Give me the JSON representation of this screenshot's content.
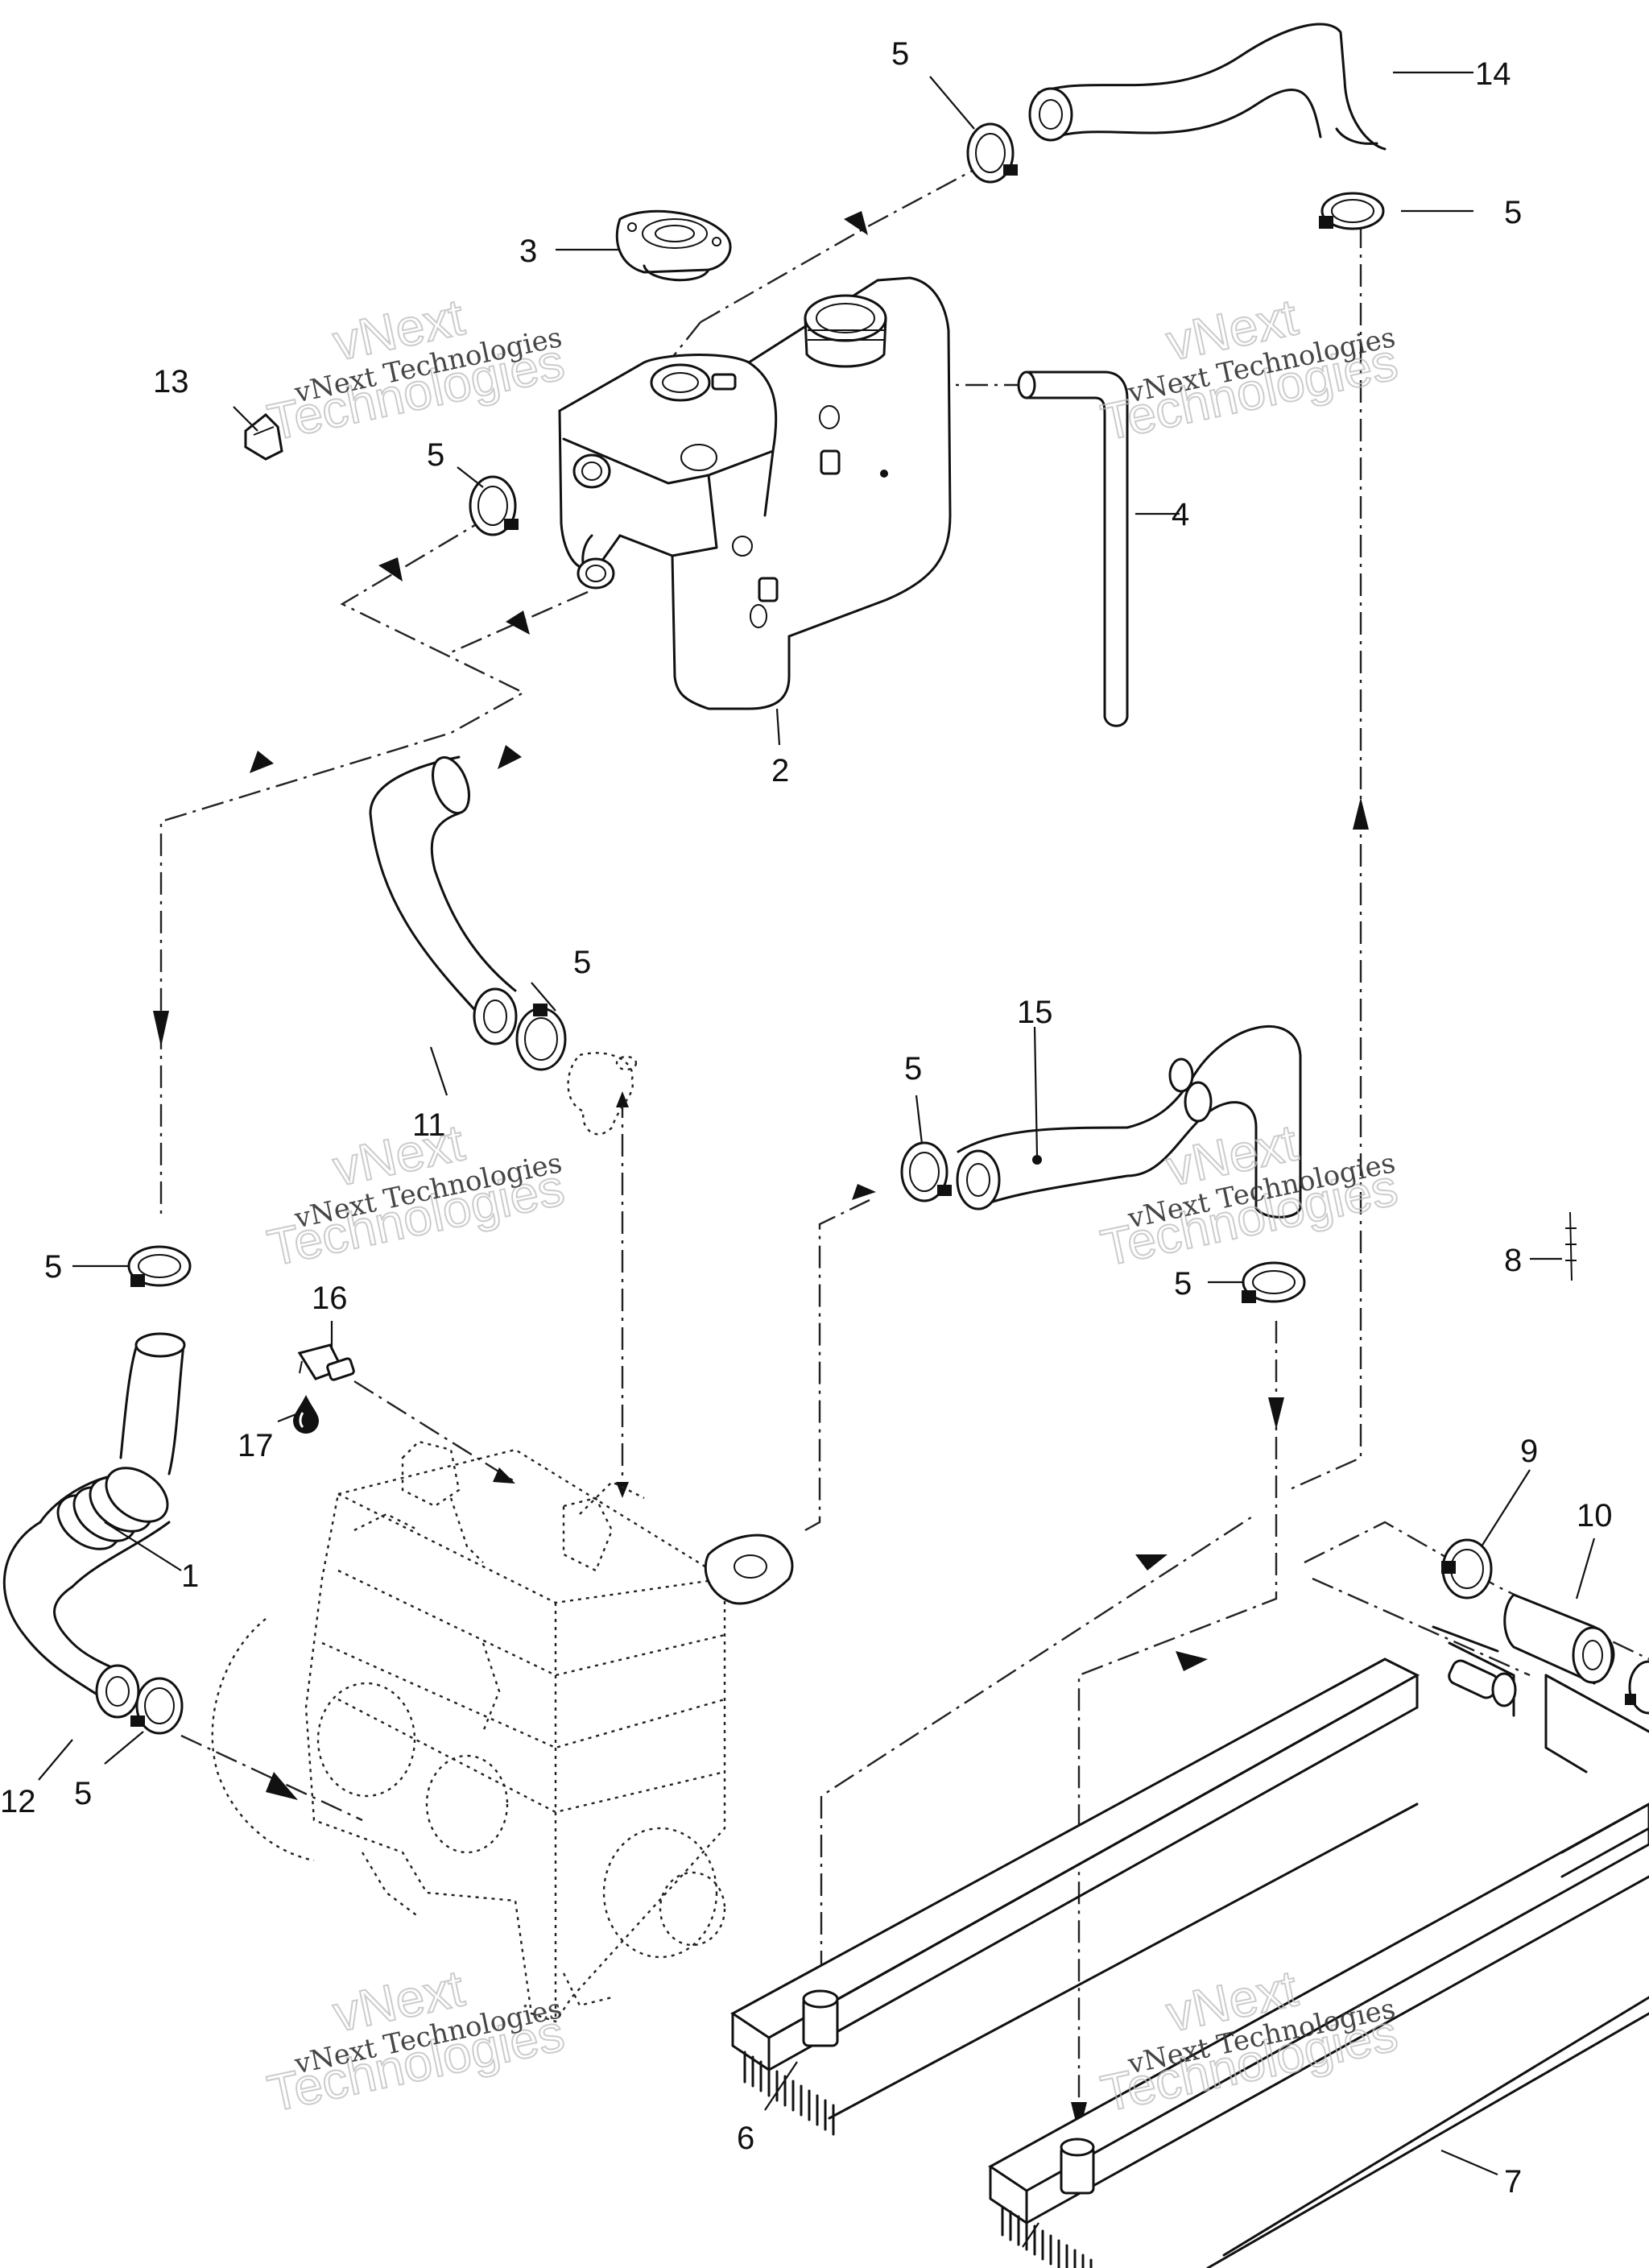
{
  "diagram": {
    "callouts": [
      {
        "id": "c1",
        "text": "1"
      },
      {
        "id": "c2",
        "text": "2"
      },
      {
        "id": "c3",
        "text": "3"
      },
      {
        "id": "c4",
        "text": "4"
      },
      {
        "id": "c5a",
        "text": "5"
      },
      {
        "id": "c5b",
        "text": "5"
      },
      {
        "id": "c5c",
        "text": "5"
      },
      {
        "id": "c5d",
        "text": "5"
      },
      {
        "id": "c5e",
        "text": "5"
      },
      {
        "id": "c5f",
        "text": "5"
      },
      {
        "id": "c5g",
        "text": "5"
      },
      {
        "id": "c5h",
        "text": "5"
      },
      {
        "id": "c6",
        "text": "6"
      },
      {
        "id": "c7",
        "text": "7"
      },
      {
        "id": "c8",
        "text": "8"
      },
      {
        "id": "c9",
        "text": "9"
      },
      {
        "id": "c10",
        "text": "10"
      },
      {
        "id": "c11",
        "text": "11"
      },
      {
        "id": "c12",
        "text": "12"
      },
      {
        "id": "c13",
        "text": "13"
      },
      {
        "id": "c14",
        "text": "14"
      },
      {
        "id": "c15",
        "text": "15"
      },
      {
        "id": "c16",
        "text": "16"
      },
      {
        "id": "c17",
        "text": "17"
      }
    ],
    "watermark": {
      "line1": "vNext Technologies",
      "line2": "vNext",
      "line3": "Technologies"
    }
  }
}
